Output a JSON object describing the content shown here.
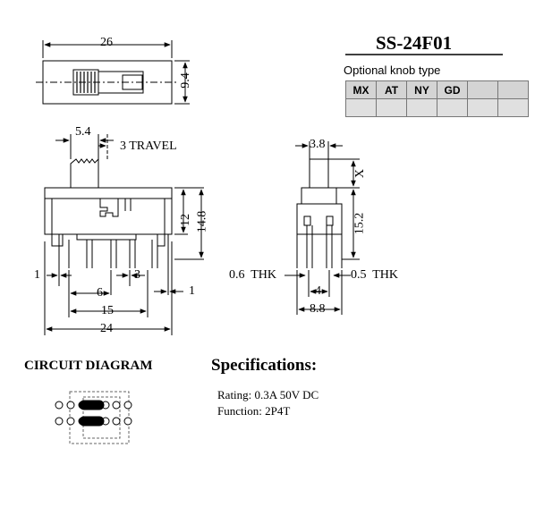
{
  "model": "SS-24F01",
  "knob": {
    "caption": "Optional knob type",
    "types": [
      "MX",
      "AT",
      "NY",
      "GD",
      "",
      ""
    ]
  },
  "dims": {
    "top_width": "26",
    "top_height": "9.4",
    "knob_width": "5.4",
    "travel": "3 TRAVEL",
    "body_height": "12",
    "total_height": "14.8",
    "pin_edge_left": "1",
    "pin_pitch_small": "3",
    "pin_edge_right": "1",
    "pin_span_6": "6",
    "pin_span_15": "15",
    "overall_24": "24",
    "side_knob": "3.8",
    "side_x": "X",
    "side_height": "15.2",
    "thk_left": "0.6  THK",
    "thk_right": "0.5  THK",
    "side_pin_4": "4",
    "side_body": "8.8"
  },
  "circuit": {
    "title": "CIRCUIT DIAGRAM"
  },
  "specs": {
    "title": "Specifications:",
    "rating": "Rating: 0.3A 50V DC",
    "function": "Function: 2P4T"
  }
}
